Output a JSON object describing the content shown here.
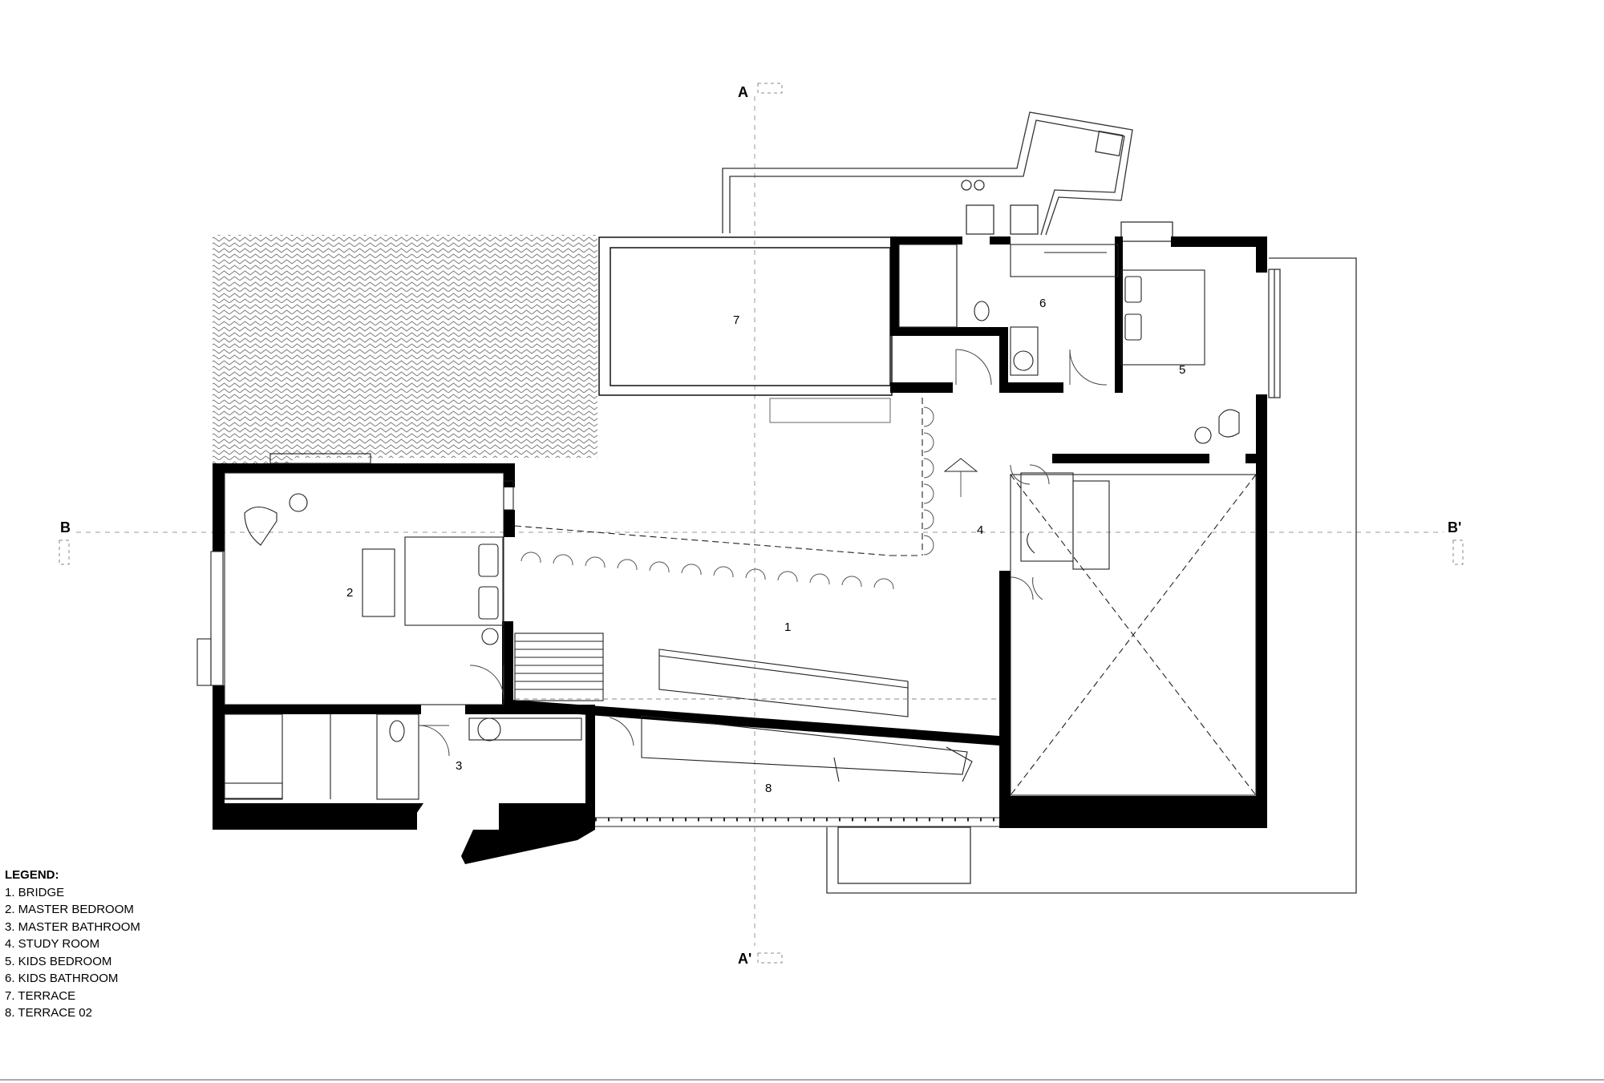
{
  "section_markers": {
    "a_top": "A",
    "a_bottom": "A'",
    "b_left": "B",
    "b_right": "B'"
  },
  "rooms": [
    {
      "number": "1"
    },
    {
      "number": "2"
    },
    {
      "number": "3"
    },
    {
      "number": "4"
    },
    {
      "number": "5"
    },
    {
      "number": "6"
    },
    {
      "number": "7"
    },
    {
      "number": "8"
    }
  ],
  "legend": {
    "title": "LEGEND:",
    "items": [
      "1. BRIDGE",
      "2. MASTER BEDROOM",
      "3. MASTER BATHROOM",
      "4. STUDY ROOM",
      "5. KIDS BEDROOM",
      "6. KIDS BATHROOM",
      "7. TERRACE",
      "8. TERRACE 02"
    ]
  },
  "colors": {
    "ink": "#000000",
    "paper": "#ffffff",
    "thin_line": "#555555",
    "hatch": "#777777"
  }
}
